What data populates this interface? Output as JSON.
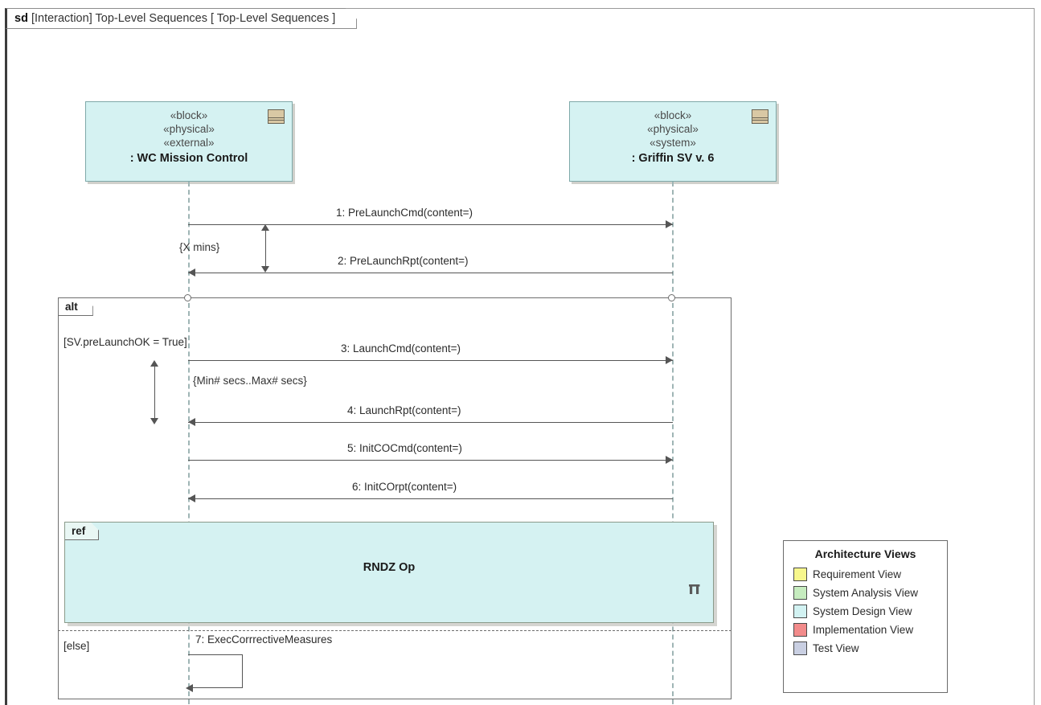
{
  "diagram": {
    "header_kind": "sd",
    "header_type": "[Interaction]",
    "header_name": "Top-Level Sequences",
    "header_suffix": "[ Top-Level Sequences ]"
  },
  "lifelines": [
    {
      "id": "wc",
      "stereotypes": [
        "«block»",
        "«physical»",
        "«external»"
      ],
      "name": ": WC Mission Control"
    },
    {
      "id": "griffin",
      "stereotypes": [
        "«block»",
        "«physical»",
        "«system»"
      ],
      "name": ": Griffin SV v. 6"
    }
  ],
  "messages": [
    {
      "num": "1",
      "label": "1: PreLaunchCmd(content=)",
      "direction": "right"
    },
    {
      "num": "2",
      "label": "2: PreLaunchRpt(content=)",
      "direction": "left"
    },
    {
      "num": "3",
      "label": "3: LaunchCmd(content=)",
      "direction": "right"
    },
    {
      "num": "4",
      "label": "4: LaunchRpt(content=)",
      "direction": "left"
    },
    {
      "num": "5",
      "label": "5: InitCOCmd(content=)",
      "direction": "right"
    },
    {
      "num": "6",
      "label": "6: InitCOrpt(content=)",
      "direction": "left"
    },
    {
      "num": "7",
      "label": "7: ExecCorrrectiveMeasures",
      "direction": "self"
    }
  ],
  "durations": [
    {
      "id": "d1",
      "label": "{X mins}"
    },
    {
      "id": "d2",
      "label": "{Min# secs..Max# secs}"
    }
  ],
  "fragments": {
    "alt": {
      "operator": "alt",
      "guard_true": "[SV.preLaunchOK = True]",
      "guard_else": "[else]"
    },
    "ref": {
      "operator": "ref",
      "title": "RNDZ Op",
      "icon": "sequence-diagram-icon"
    }
  },
  "legend": {
    "title": "Architecture Views",
    "items": [
      {
        "label": "Requirement View",
        "color": "#f7f78c"
      },
      {
        "label": "System Analysis View",
        "color": "#c6ecbf"
      },
      {
        "label": "System Design View",
        "color": "#d2f2f2"
      },
      {
        "label": "Implementation View",
        "color": "#f28b8b"
      },
      {
        "label": "Test View",
        "color": "#c9cfe2"
      }
    ]
  }
}
